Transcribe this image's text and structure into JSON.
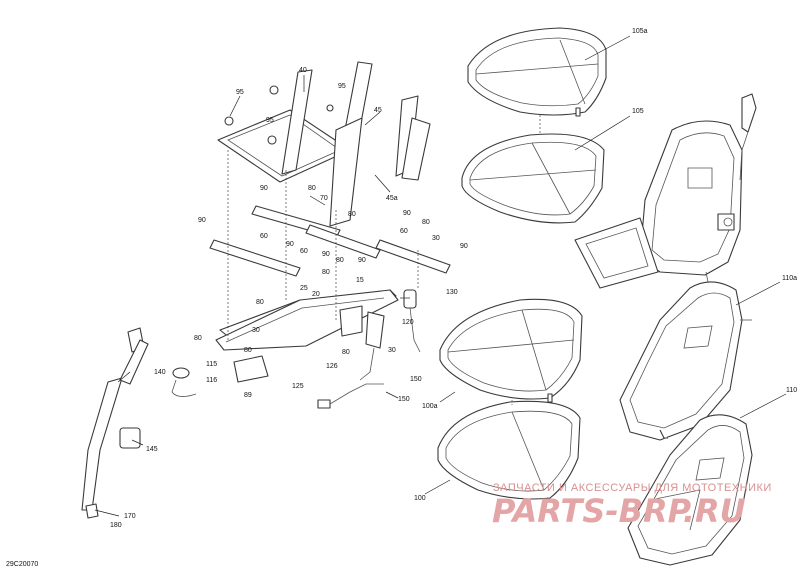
{
  "diagram": {
    "code": "29C20070",
    "callouts": [
      {
        "id": "c105a",
        "text": "105a"
      },
      {
        "id": "c105",
        "text": "105"
      },
      {
        "id": "c110a",
        "text": "110a"
      },
      {
        "id": "c110",
        "text": "110"
      },
      {
        "id": "c100a",
        "text": "100a"
      },
      {
        "id": "c100",
        "text": "100"
      },
      {
        "id": "c40",
        "text": "40"
      },
      {
        "id": "c95a",
        "text": "95"
      },
      {
        "id": "c95b",
        "text": "95"
      },
      {
        "id": "c95c",
        "text": "95"
      },
      {
        "id": "c45",
        "text": "45"
      },
      {
        "id": "c45a",
        "text": "45a"
      },
      {
        "id": "c90a",
        "text": "90"
      },
      {
        "id": "c80a",
        "text": "80"
      },
      {
        "id": "c70",
        "text": "70"
      },
      {
        "id": "c80b",
        "text": "80"
      },
      {
        "id": "c90b",
        "text": "90"
      },
      {
        "id": "c60a",
        "text": "60"
      },
      {
        "id": "c90c",
        "text": "90"
      },
      {
        "id": "c60b",
        "text": "60"
      },
      {
        "id": "c90d",
        "text": "90"
      },
      {
        "id": "c80c",
        "text": "80"
      },
      {
        "id": "c60c",
        "text": "60"
      },
      {
        "id": "c30a",
        "text": "30"
      },
      {
        "id": "c90e",
        "text": "90"
      },
      {
        "id": "c90f",
        "text": "90"
      },
      {
        "id": "c80d",
        "text": "80"
      },
      {
        "id": "c90g",
        "text": "90"
      },
      {
        "id": "c80e",
        "text": "80"
      },
      {
        "id": "c15",
        "text": "15"
      },
      {
        "id": "c25",
        "text": "25"
      },
      {
        "id": "c20",
        "text": "20"
      },
      {
        "id": "c80f",
        "text": "80"
      },
      {
        "id": "c130",
        "text": "130"
      },
      {
        "id": "c120",
        "text": "120"
      },
      {
        "id": "c80g",
        "text": "80"
      },
      {
        "id": "c30b",
        "text": "30"
      },
      {
        "id": "c80h",
        "text": "80"
      },
      {
        "id": "c80i",
        "text": "80"
      },
      {
        "id": "c30c",
        "text": "30"
      },
      {
        "id": "c115",
        "text": "115"
      },
      {
        "id": "c116",
        "text": "116"
      },
      {
        "id": "c89",
        "text": "89"
      },
      {
        "id": "c126",
        "text": "126"
      },
      {
        "id": "c125",
        "text": "125"
      },
      {
        "id": "c150a",
        "text": "150"
      },
      {
        "id": "c150b",
        "text": "150"
      },
      {
        "id": "c140",
        "text": "140"
      },
      {
        "id": "c145",
        "text": "145"
      },
      {
        "id": "c170",
        "text": "170"
      },
      {
        "id": "c180",
        "text": "180"
      }
    ]
  },
  "watermark": {
    "caption": "ЗАПЧАСТИ И АКСЕССУАРЫ ДЛЯ МОТОТЕХНИКИ",
    "brand": "PARTS-BRP.RU"
  }
}
